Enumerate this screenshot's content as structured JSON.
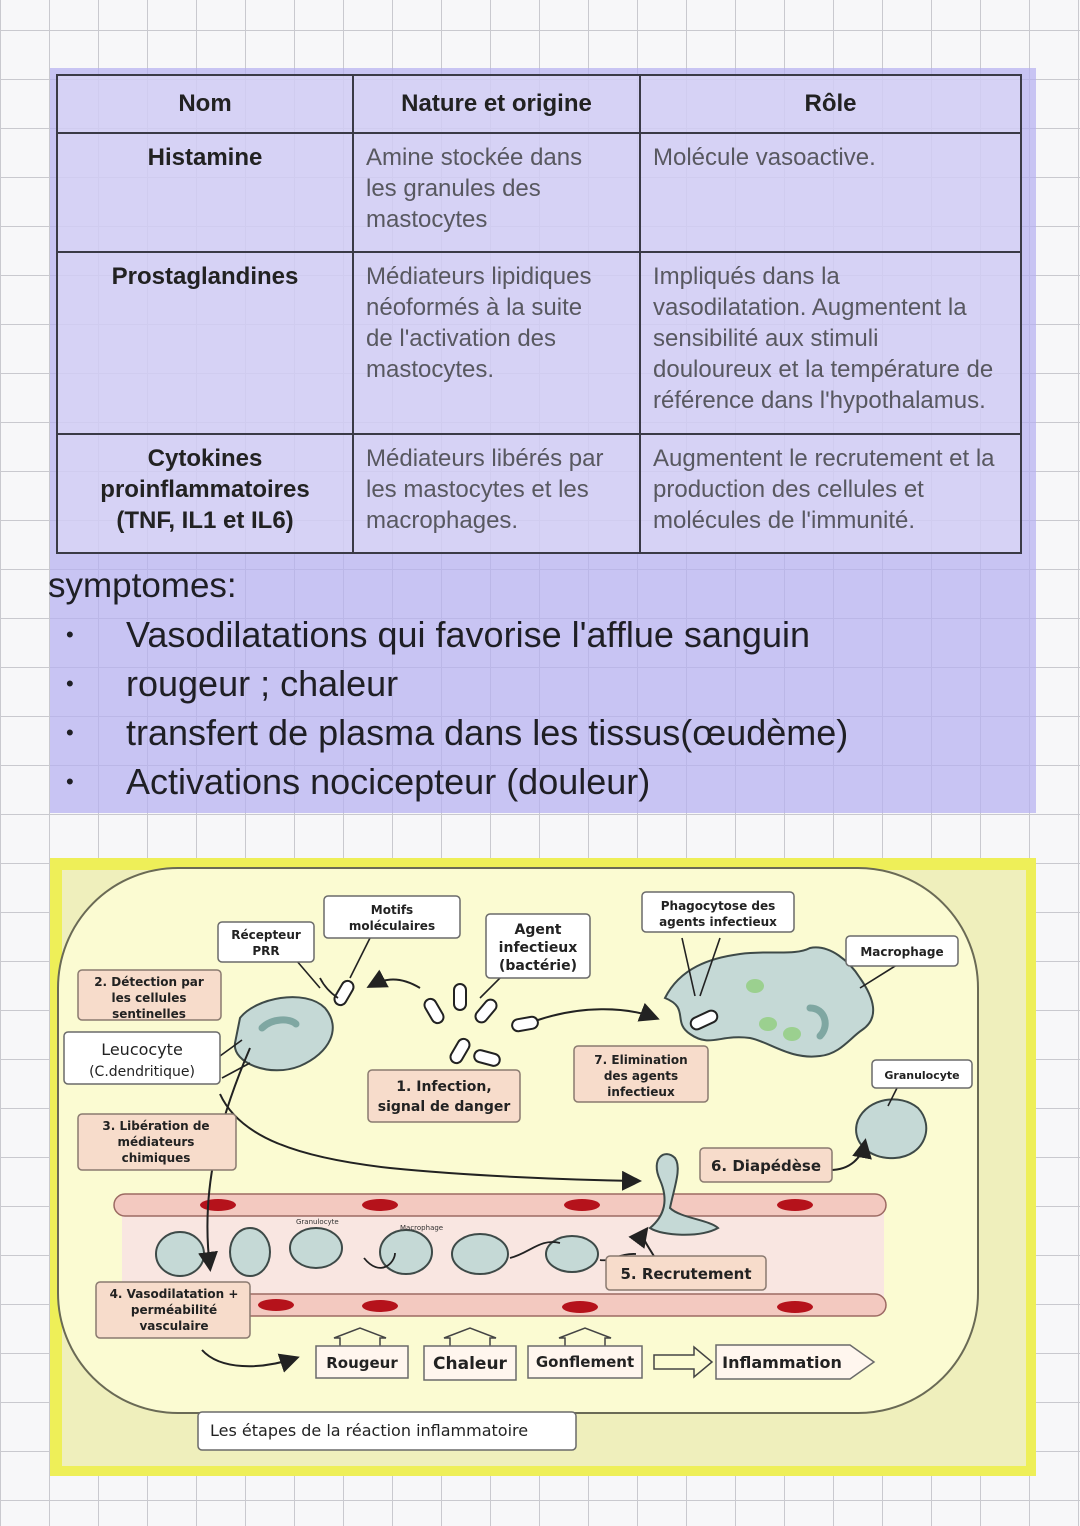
{
  "table": {
    "headers": [
      "Nom",
      "Nature et origine",
      "Rôle"
    ],
    "rows": [
      {
        "name_lines": [
          "Histamine"
        ],
        "nature_lines": [
          "Amine stockée dans",
          "les granules des",
          "mastocytes"
        ],
        "role_lines": [
          "Molécule vasoactive."
        ]
      },
      {
        "name_lines": [
          "Prostaglandines"
        ],
        "nature_lines": [
          "Médiateurs lipidiques",
          "néoformés à la suite",
          "de l'activation des",
          "mastocytes."
        ],
        "role_lines": [
          "Impliqués dans la",
          "vasodilatation. Augmentent la",
          "sensibilité aux stimuli",
          "douloureux et la température de",
          "référence dans l'hypothalamus."
        ]
      },
      {
        "name_lines": [
          "Cytokines",
          "proinflammatoires",
          "(TNF, IL1 et IL6)"
        ],
        "nature_lines": [
          "Médiateurs libérés par",
          "les mastocytes et les",
          "macrophages."
        ],
        "role_lines": [
          "Augmentent le recrutement et la",
          "production des cellules et",
          "molécules de l'immunité."
        ]
      }
    ]
  },
  "symptoms": {
    "title": "symptomes:",
    "bullet": "•",
    "items": [
      "Vasodilatations qui favorise l'afflue sanguin",
      "rougeur ; chaleur",
      "transfert de plasma dans les tissus(œudème)",
      "Activations nocicepteur (douleur)"
    ]
  },
  "diagram": {
    "caption": "Les étapes de la réaction inflammatoire",
    "labels": {
      "detection": [
        "2. Détection par",
        "les cellules",
        "sentinelles"
      ],
      "leucocyte": [
        "Leucocyte",
        "(C.dendritique)"
      ],
      "liberation": [
        "3. Libération de",
        "médiateurs",
        "chimiques"
      ],
      "vasodilatation": [
        "4. Vasodilatation +",
        "perméabilité",
        "vasculaire"
      ],
      "recepteur": [
        "Récepteur",
        "PRR"
      ],
      "motifs": [
        "Motifs",
        "moléculaires"
      ],
      "agent": [
        "Agent",
        "infectieux",
        "(bactérie)"
      ],
      "phagocytose": [
        "Phagocytose des",
        "agents infectieux"
      ],
      "macrophage": "Macrophage",
      "granulocyte": "Granulocyte",
      "infection": [
        "1. Infection,",
        "signal de danger"
      ],
      "elimination": [
        "7. Elimination",
        "des agents",
        "infectieux"
      ],
      "diapedese": "6. Diapédèse",
      "recrutement": "5. Recrutement",
      "small_granulocyte": "Granulocyte",
      "small_macrophage": "Macrophage",
      "rougeur": "Rougeur",
      "chaleur": "Chaleur",
      "gonflement": "Gonflement",
      "inflammation": "Inflammation"
    }
  },
  "colors": {
    "purple_highlight": "#b6b0f0",
    "yellow_highlight": "#eeef58",
    "label_box": "#f7dccb",
    "vessel": "#f3c9c0",
    "red_cell": "#b5121b",
    "cell_fill": "#c5d9d6"
  }
}
